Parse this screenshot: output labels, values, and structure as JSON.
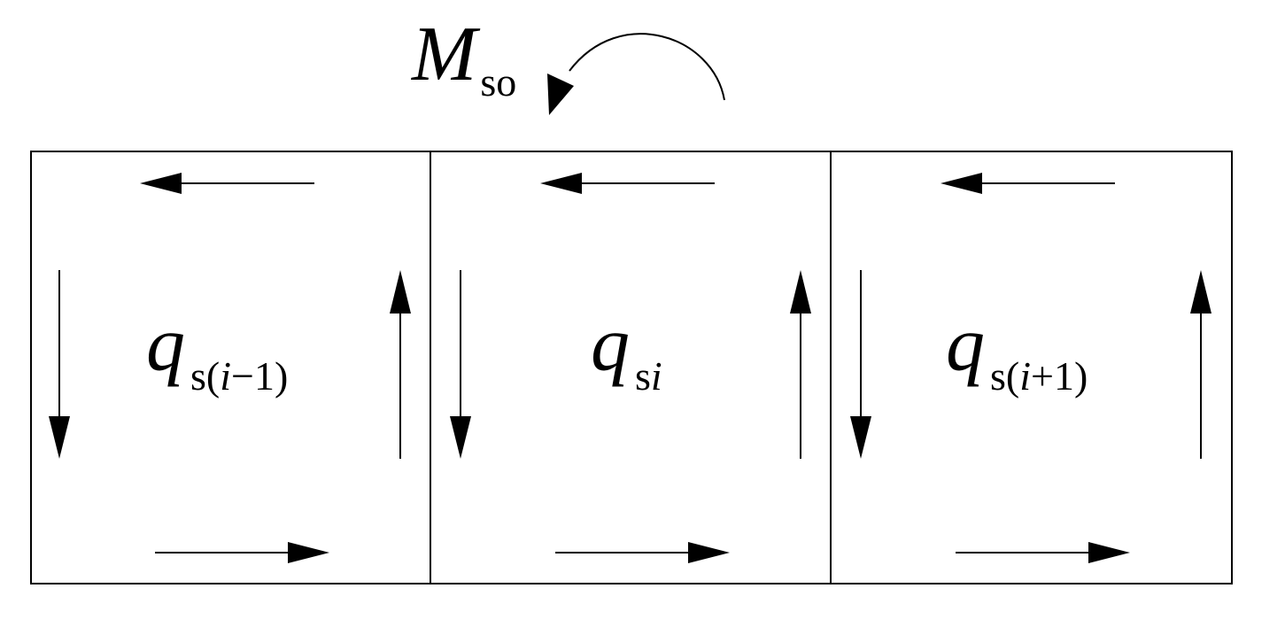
{
  "moment": {
    "symbol": "M",
    "subscript": "so"
  },
  "cells": [
    {
      "symbol": "q",
      "sub_prefix": "s(",
      "sub_index": "i",
      "sub_suffix": "−1)"
    },
    {
      "symbol": "q",
      "sub_prefix": "s",
      "sub_index": "i",
      "sub_suffix": ""
    },
    {
      "symbol": "q",
      "sub_prefix": "s(",
      "sub_index": "i",
      "sub_suffix": "+1)"
    }
  ],
  "flow_direction": "counterclockwise",
  "moment_direction": "counterclockwise",
  "colors": {
    "stroke": "#000000",
    "background": "#ffffff"
  }
}
